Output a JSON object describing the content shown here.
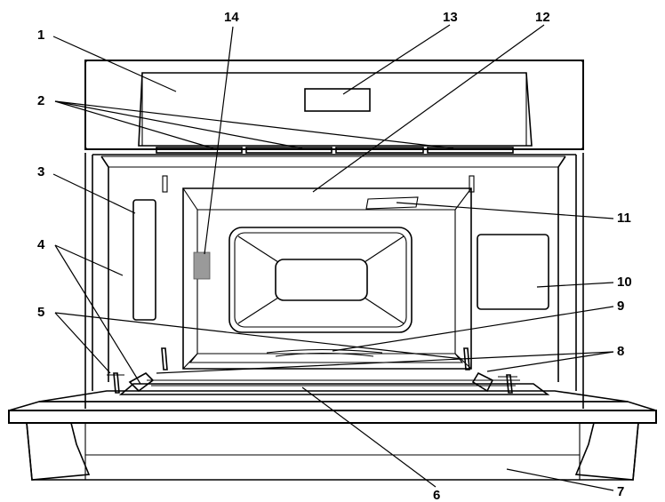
{
  "callouts": [
    {
      "id": "1",
      "label": "1"
    },
    {
      "id": "2",
      "label": "2"
    },
    {
      "id": "3",
      "label": "3"
    },
    {
      "id": "4",
      "label": "4"
    },
    {
      "id": "5",
      "label": "5"
    },
    {
      "id": "6",
      "label": "6"
    },
    {
      "id": "7",
      "label": "7"
    },
    {
      "id": "8",
      "label": "8"
    },
    {
      "id": "9",
      "label": "9"
    },
    {
      "id": "10",
      "label": "10"
    },
    {
      "id": "11",
      "label": "11"
    },
    {
      "id": "12",
      "label": "12"
    },
    {
      "id": "13",
      "label": "13"
    },
    {
      "id": "14",
      "label": "14"
    }
  ],
  "colors": {
    "line": "#000000",
    "background": "#ffffff",
    "highlight_patch": "#9a9a9a"
  }
}
